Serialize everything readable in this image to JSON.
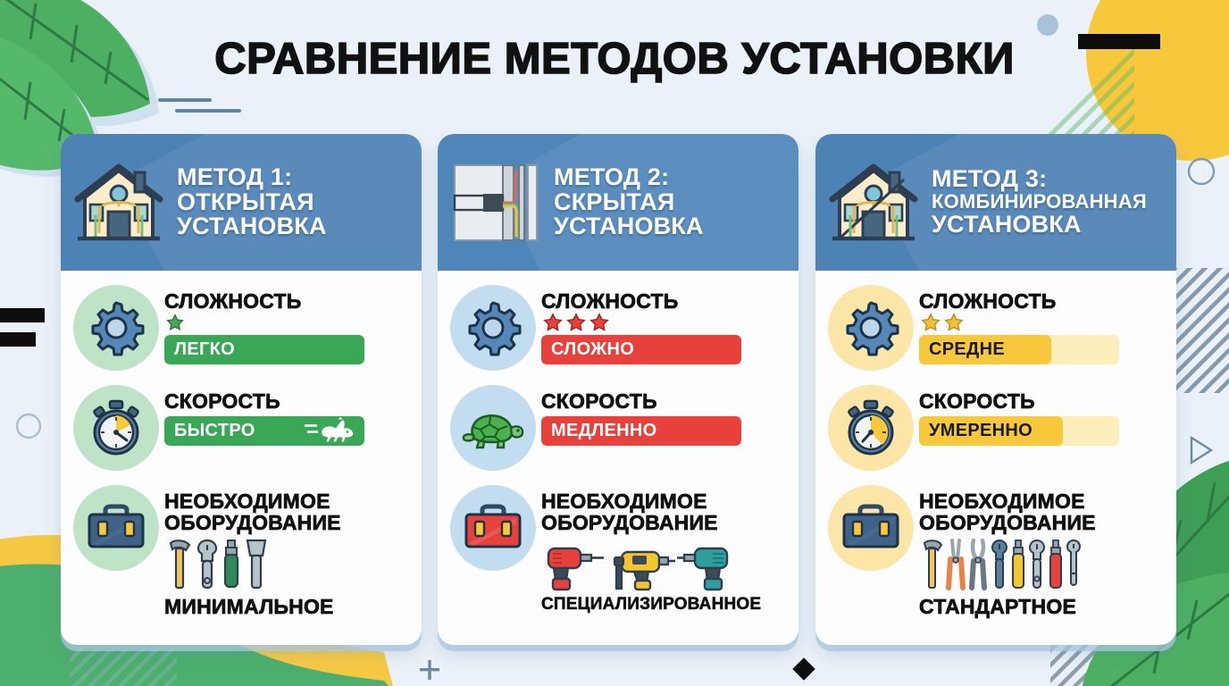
{
  "page": {
    "title": "СРАВНЕНИЕ МЕТОДОВ УСТАНОВКИ",
    "background_color": "#eaf1f8",
    "accent_blue": "#4d82b5",
    "accent_green": "#3aa757",
    "accent_red": "#e8413c",
    "accent_yellow": "#f8c83c"
  },
  "cards": [
    {
      "header": {
        "line1": "МЕТОД 1:",
        "line2": "ОТКРЫТАЯ",
        "line3": "УСТАНОВКА",
        "icon": "house-open-wiring-icon",
        "bg_color": "#4d82b5"
      },
      "difficulty": {
        "label": "СЛОЖНОСТЬ",
        "icon": "gear-icon",
        "icon_bg": "#bfe3c7",
        "stars": 1,
        "star_color": "#4aa85a",
        "value": "ЛЕГКО",
        "bar_color": "#3aa757",
        "bar_track": "#3aa757",
        "bar_fill_percent": 100,
        "text_color": "#ffffff"
      },
      "speed": {
        "label": "СКОРОСТЬ",
        "icon": "stopwatch-icon",
        "icon_bg": "#bfe3c7",
        "value": "БЫСТРО",
        "bar_color": "#3aa757",
        "bar_fill_percent": 100,
        "text_color": "#ffffff",
        "bar_icon": "rabbit-icon"
      },
      "equipment": {
        "label_line1": "НЕОБХОДИМОЕ",
        "label_line2": "ОБОРУДОВАНИЕ",
        "icon": "toolbox-icon",
        "icon_bg": "#bfe3c7",
        "toolbox_color": "#3f6286",
        "tools": [
          "hammer-icon",
          "wrench-icon",
          "screwdriver-icon",
          "chisel-icon"
        ],
        "value": "МИНИМАЛЬНОЕ"
      }
    },
    {
      "header": {
        "line1": "МЕТОД 2:",
        "line2": "СКРЫТАЯ",
        "line3": "УСТАНОВКА",
        "icon": "wall-section-hidden-wiring-icon",
        "bg_color": "#4f86ba"
      },
      "difficulty": {
        "label": "СЛОЖНОСТЬ",
        "icon": "gear-icon",
        "icon_bg": "#c3ddf0",
        "stars": 3,
        "star_color": "#e8413c",
        "value": "СЛОЖНО",
        "bar_color": "#e8413c",
        "bar_fill_percent": 100,
        "text_color": "#ffffff"
      },
      "speed": {
        "label": "СКОРОСТЬ",
        "icon": "turtle-icon",
        "icon_bg": "#c3ddf0",
        "value": "МЕДЛЕННО",
        "bar_color": "#e8413c",
        "bar_fill_percent": 100,
        "text_color": "#ffffff",
        "bar_icon": "none"
      },
      "equipment": {
        "label_line1": "НЕОБХОДИМОЕ",
        "label_line2": "ОБОРУДОВАНИЕ",
        "icon": "toolbox-icon",
        "icon_bg": "#c3ddf0",
        "toolbox_color": "#e8413c",
        "tools": [
          "cordless-drill-red-icon",
          "hammer-drill-yellow-icon",
          "cordless-drill-teal-icon"
        ],
        "value": "СПЕЦИАЛИЗИРОВАННОЕ"
      }
    },
    {
      "header": {
        "line1": "МЕТОД 3:",
        "line2": "КОМБИНИРОВАННАЯ",
        "line3": "УСТАНОВКА",
        "icon": "house-combined-wiring-icon",
        "bg_color": "#4d82b5"
      },
      "difficulty": {
        "label": "СЛОЖНОСТЬ",
        "icon": "gear-icon",
        "icon_bg": "#fbe6a8",
        "stars": 2,
        "star_color": "#f2c13c",
        "value": "СРЕДНЕ",
        "bar_color": "#f8c83c",
        "bar_track": "#fdeebb",
        "bar_fill_percent": 66,
        "text_color": "#1a1a1a"
      },
      "speed": {
        "label": "СКОРОСТЬ",
        "icon": "stopwatch-icon",
        "icon_bg": "#fbe6a8",
        "value": "УМЕРЕННО",
        "bar_color": "#f8c83c",
        "bar_track": "#fdeebb",
        "bar_fill_percent": 72,
        "text_color": "#1a1a1a",
        "bar_icon": "none"
      },
      "equipment": {
        "label_line1": "НЕОБХОДИМОЕ",
        "label_line2": "ОБОРУДОВАНИЕ",
        "icon": "toolbox-icon",
        "icon_bg": "#fbe6a8",
        "toolbox_color": "#3f6286",
        "tools": [
          "hammer-icon",
          "pliers-orange-icon",
          "pliers-grey-icon",
          "wrench-blue-icon",
          "screwdriver-yellow-icon",
          "wrench-grey-icon",
          "screwdriver-red-icon",
          "wrench-slim-icon"
        ],
        "value": "СТАНДАРТНОЕ"
      }
    }
  ],
  "decor": {
    "leaf_top_left": "leaf-icon",
    "leaf_bottom_right": "leaf-icon",
    "sun_circle": "yellow-circle",
    "black_bar_top": "black-bar",
    "black_bars_left": "equals-bars",
    "plus_mark": "+",
    "diamond_mark": "diamond-icon",
    "circle_outline": "circle-outline-icon",
    "triangle_outline": "triangle-outline-icon",
    "hatch_green": "diagonal-hatch",
    "hatch_dark": "diagonal-hatch"
  }
}
